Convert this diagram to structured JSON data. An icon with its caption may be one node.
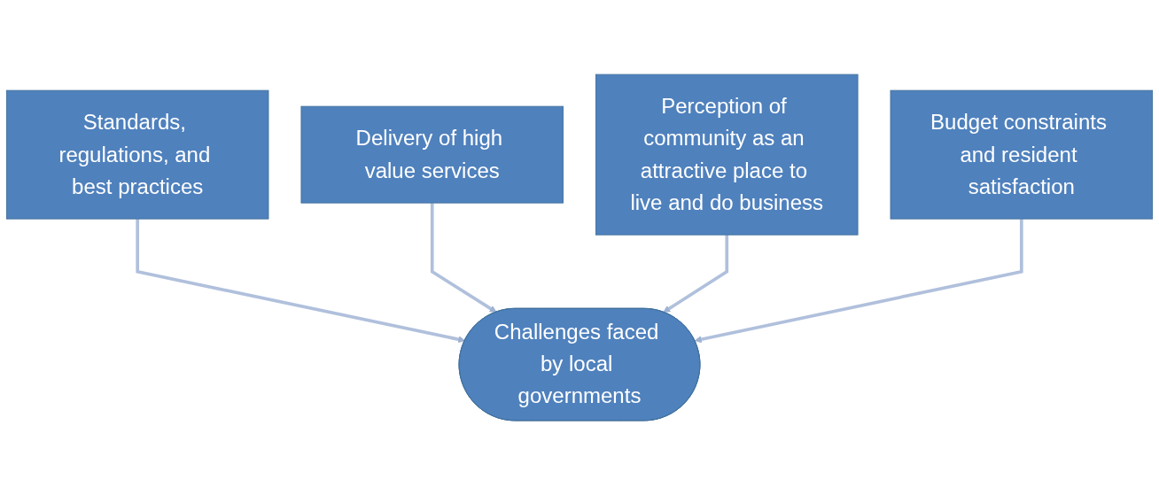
{
  "diagram": {
    "nodes": [
      {
        "text": [
          "Standards, regulations, and best practices"
        ]
      },
      {
        "text": [
          "Delivery of high value services"
        ]
      },
      {
        "text": [
          "Perception of community as an attractive place to live and do business"
        ]
      },
      {
        "text": [
          "Budget constraints and resident satisfaction"
        ]
      },
      {
        "text": [
          "Challenges faced by local governments"
        ]
      }
    ],
    "edges": [
      {
        "from": 0,
        "to": 4,
        "arrow": "to"
      },
      {
        "from": 1,
        "to": 4,
        "arrow": "to"
      },
      {
        "from": 2,
        "to": 4,
        "arrow": "to"
      },
      {
        "from": 3,
        "to": 4,
        "arrow": "to"
      }
    ]
  }
}
